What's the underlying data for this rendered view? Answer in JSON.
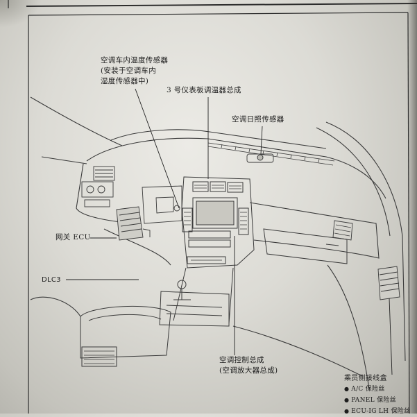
{
  "labels": {
    "cabin_temp_sensor": [
      "空调车内温度传感器",
      "(安装于空调车内",
      "湿度传感器中)"
    ],
    "dash_thermistor": "3 号仪表板调温器总成",
    "solar_sensor": "空调日照传感器",
    "gateway_ecu": "网关 ECU",
    "dlc3": "DLC3",
    "ac_control": [
      "空调控制总成",
      "(空调放大器总成)"
    ],
    "junction_box": {
      "title": "乘员侧接线盒",
      "fuses": [
        "A/C 保险丝",
        "PANEL 保险丝",
        "ECU-IG LH 保险丝"
      ]
    }
  },
  "colors": {
    "paper": "#dcdbd5",
    "line": "#3a3a3a",
    "text": "#1e1e1e"
  }
}
